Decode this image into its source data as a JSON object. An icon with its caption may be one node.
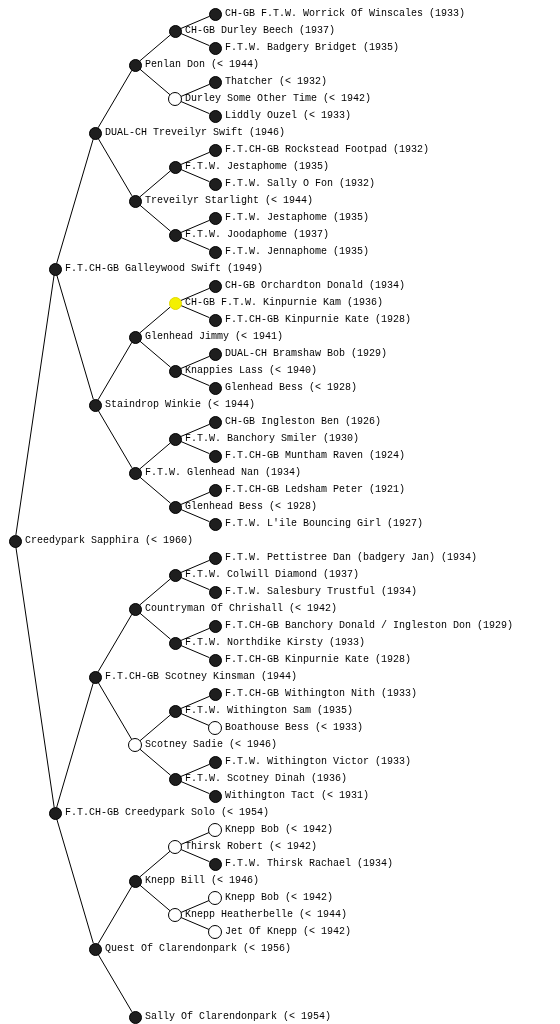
{
  "diagram": {
    "nodes": [
      {
        "text": [],
        "shape": "circle",
        "beside": [
          "CH-GB F.T.W. Worrick Of Winscales (1933)"
        ]
      },
      {
        "text": [],
        "shape": "circle",
        "beside": [
          "CH-GB Durley Beech (1937)"
        ]
      },
      {
        "text": [],
        "shape": "circle",
        "beside": [
          "F.T.W. Badgery Bridget (1935)"
        ]
      },
      {
        "text": [],
        "shape": "circle",
        "beside": [
          "Penlan Don (< 1944)"
        ]
      },
      {
        "text": [],
        "shape": "circle",
        "beside": [
          "Thatcher (< 1932)"
        ]
      },
      {
        "text": [],
        "shape": "circle",
        "beside": [
          "Durley Some Other Time (< 1942)"
        ]
      },
      {
        "text": [],
        "shape": "circle",
        "beside": [
          "Liddly Ouzel (< 1933)"
        ]
      },
      {
        "text": [],
        "shape": "circle",
        "beside": [
          "DUAL-CH Treveilyr Swift (1946)"
        ]
      },
      {
        "text": [],
        "shape": "circle",
        "beside": [
          "F.T.CH-GB Rockstead Footpad (1932)"
        ]
      },
      {
        "text": [],
        "shape": "circle",
        "beside": [
          "F.T.W. Jestaphome (1935)"
        ]
      },
      {
        "text": [],
        "shape": "circle",
        "beside": [
          "F.T.W. Sally O Fon (1932)"
        ]
      },
      {
        "text": [],
        "shape": "circle",
        "beside": [
          "Treveilyr Starlight (< 1944)"
        ]
      },
      {
        "text": [],
        "shape": "circle",
        "beside": [
          "F.T.W. Jestaphome (1935)"
        ]
      },
      {
        "text": [],
        "shape": "circle",
        "beside": [
          "F.T.W. Joodaphome (1937)"
        ]
      },
      {
        "text": [],
        "shape": "circle",
        "beside": [
          "F.T.W. Jennaphome (1935)"
        ]
      },
      {
        "text": [],
        "shape": "circle",
        "beside": [
          "F.T.CH-GB Galleywood Swift (1949)"
        ]
      },
      {
        "text": [],
        "shape": "circle",
        "beside": [
          "CH-GB Orchardton Donald (1934)"
        ]
      },
      {
        "text": [],
        "shape": "circle",
        "beside": [
          "CH-GB F.T.W. Kinpurnie Kam (1936)"
        ]
      },
      {
        "text": [],
        "shape": "circle",
        "beside": [
          "F.T.CH-GB Kinpurnie Kate (1928)"
        ]
      },
      {
        "text": [],
        "shape": "circle",
        "beside": [
          "Glenhead Jimmy (< 1941)"
        ]
      },
      {
        "text": [],
        "shape": "circle",
        "beside": [
          "DUAL-CH Bramshaw Bob (1929)"
        ]
      },
      {
        "text": [],
        "shape": "circle",
        "beside": [
          "Knappies Lass (< 1940)"
        ]
      },
      {
        "text": [],
        "shape": "circle",
        "beside": [
          "Glenhead Bess (< 1928)"
        ]
      },
      {
        "text": [],
        "shape": "circle",
        "beside": [
          "Staindrop Winkie (< 1944)"
        ]
      },
      {
        "text": [],
        "shape": "circle",
        "beside": [
          "CH-GB Ingleston Ben (1926)"
        ]
      },
      {
        "text": [],
        "shape": "circle",
        "beside": [
          "F.T.W. Banchory Smiler (1930)"
        ]
      },
      {
        "text": [],
        "shape": "circle",
        "beside": [
          "F.T.CH-GB Muntham Raven (1924)"
        ]
      },
      {
        "text": [],
        "shape": "circle",
        "beside": [
          "F.T.W. Glenhead Nan (1934)"
        ]
      },
      {
        "text": [],
        "shape": "circle",
        "beside": [
          "F.T.CH-GB Ledsham Peter (1921)"
        ]
      },
      {
        "text": [],
        "shape": "circle",
        "beside": [
          "Glenhead Bess (< 1928)"
        ]
      },
      {
        "text": [],
        "shape": "circle",
        "beside": [
          "F.T.W. L'ile Bouncing Girl (1927)"
        ]
      },
      {
        "text": [],
        "shape": "circle",
        "beside": [
          "Creedypark Sapphira (< 1960)"
        ]
      },
      {
        "text": [],
        "shape": "circle",
        "beside": [
          "F.T.W. Pettistree Dan (badgery Jan) (1934)"
        ]
      },
      {
        "text": [],
        "shape": "circle",
        "beside": [
          "F.T.W. Colwill Diamond (1937)"
        ]
      },
      {
        "text": [],
        "shape": "circle",
        "beside": [
          "F.T.W. Salesbury Trustful (1934)"
        ]
      },
      {
        "text": [],
        "shape": "circle",
        "beside": [
          "Countryman Of Chrishall (< 1942)"
        ]
      },
      {
        "text": [],
        "shape": "circle",
        "beside": [
          "F.T.CH-GB Banchory Donald / Ingleston Don (1929)"
        ]
      },
      {
        "text": [],
        "shape": "circle",
        "beside": [
          "F.T.W. Northdike Kirsty (1933)"
        ]
      },
      {
        "text": [],
        "shape": "circle",
        "beside": [
          "F.T.CH-GB Kinpurnie Kate (1928)"
        ]
      },
      {
        "text": [],
        "shape": "circle",
        "beside": [
          "F.T.CH-GB Scotney Kinsman (1944)"
        ]
      },
      {
        "text": [],
        "shape": "circle",
        "beside": [
          "F.T.CH-GB Withington Nith (1933)"
        ]
      },
      {
        "text": [],
        "shape": "circle",
        "beside": [
          "F.T.W. Withington Sam (1935)"
        ]
      },
      {
        "text": [],
        "shape": "circle",
        "beside": [
          "Boathouse Bess (< 1933)"
        ]
      },
      {
        "text": [],
        "shape": "circle",
        "beside": [
          "Scotney Sadie (< 1946)"
        ]
      },
      {
        "text": [],
        "shape": "circle",
        "beside": [
          "F.T.W. Withington Victor (1933)"
        ]
      },
      {
        "text": [],
        "shape": "circle",
        "beside": [
          "F.T.W. Scotney Dinah (1936)"
        ]
      },
      {
        "text": [],
        "shape": "circle",
        "beside": [
          "Withington Tact (< 1931)"
        ]
      },
      {
        "text": [],
        "shape": "circle",
        "beside": [
          "F.T.CH-GB Creedypark Solo (< 1954)"
        ]
      },
      {
        "text": [],
        "shape": "circle",
        "beside": [
          "Knepp Bob (< 1942)"
        ]
      },
      {
        "text": [],
        "shape": "circle",
        "beside": [
          "Thirsk Robert (< 1942)"
        ]
      },
      {
        "text": [],
        "shape": "circle",
        "beside": [
          "F.T.W. Thirsk Rachael (1934)"
        ]
      },
      {
        "text": [],
        "shape": "circle",
        "beside": [
          "Knepp Bill (< 1946)"
        ]
      },
      {
        "text": [],
        "shape": "circle",
        "beside": [
          "Knepp Bob (< 1942)"
        ]
      },
      {
        "text": [],
        "shape": "circle",
        "beside": [
          "Knepp Heatherbelle (< 1944)"
        ]
      },
      {
        "text": [],
        "shape": "circle",
        "beside": [
          "Jet Of Knepp (< 1942)"
        ]
      },
      {
        "text": [],
        "shape": "circle",
        "beside": [
          "Quest Of Clarendonpark (< 1956)"
        ]
      },
      {
        "text": [],
        "shape": "circle",
        "beside": [
          "Sally Of Clarendonpark (< 1954)"
        ]
      }
    ],
    "edges": [
      {
        "from": 31,
        "to": 15,
        "arrow": "none"
      },
      {
        "from": 31,
        "to": 47,
        "arrow": "none"
      },
      {
        "from": 15,
        "to": 7,
        "arrow": "none"
      },
      {
        "from": 15,
        "to": 23,
        "arrow": "none"
      },
      {
        "from": 7,
        "to": 3,
        "arrow": "none"
      },
      {
        "from": 7,
        "to": 11,
        "arrow": "none"
      },
      {
        "from": 3,
        "to": 1,
        "arrow": "none"
      },
      {
        "from": 3,
        "to": 5,
        "arrow": "none"
      },
      {
        "from": 1,
        "to": 0,
        "arrow": "none"
      },
      {
        "from": 1,
        "to": 2,
        "arrow": "none"
      },
      {
        "from": 5,
        "to": 4,
        "arrow": "none"
      },
      {
        "from": 5,
        "to": 6,
        "arrow": "none"
      },
      {
        "from": 11,
        "to": 9,
        "arrow": "none"
      },
      {
        "from": 11,
        "to": 13,
        "arrow": "none"
      },
      {
        "from": 9,
        "to": 8,
        "arrow": "none"
      },
      {
        "from": 9,
        "to": 10,
        "arrow": "none"
      },
      {
        "from": 13,
        "to": 12,
        "arrow": "none"
      },
      {
        "from": 13,
        "to": 14,
        "arrow": "none"
      },
      {
        "from": 23,
        "to": 19,
        "arrow": "none"
      },
      {
        "from": 23,
        "to": 27,
        "arrow": "none"
      },
      {
        "from": 19,
        "to": 17,
        "arrow": "none"
      },
      {
        "from": 19,
        "to": 21,
        "arrow": "none"
      },
      {
        "from": 17,
        "to": 16,
        "arrow": "none"
      },
      {
        "from": 17,
        "to": 18,
        "arrow": "none"
      },
      {
        "from": 21,
        "to": 20,
        "arrow": "none"
      },
      {
        "from": 21,
        "to": 22,
        "arrow": "none"
      },
      {
        "from": 27,
        "to": 25,
        "arrow": "none"
      },
      {
        "from": 27,
        "to": 29,
        "arrow": "none"
      },
      {
        "from": 25,
        "to": 24,
        "arrow": "none"
      },
      {
        "from": 25,
        "to": 26,
        "arrow": "none"
      },
      {
        "from": 29,
        "to": 28,
        "arrow": "none"
      },
      {
        "from": 29,
        "to": 30,
        "arrow": "none"
      },
      {
        "from": 47,
        "to": 39,
        "arrow": "none"
      },
      {
        "from": 47,
        "to": 55,
        "arrow": "none"
      },
      {
        "from": 39,
        "to": 35,
        "arrow": "none"
      },
      {
        "from": 39,
        "to": 43,
        "arrow": "none"
      },
      {
        "from": 35,
        "to": 33,
        "arrow": "none"
      },
      {
        "from": 35,
        "to": 37,
        "arrow": "none"
      },
      {
        "from": 33,
        "to": 32,
        "arrow": "none"
      },
      {
        "from": 33,
        "to": 34,
        "arrow": "none"
      },
      {
        "from": 37,
        "to": 36,
        "arrow": "none"
      },
      {
        "from": 37,
        "to": 38,
        "arrow": "none"
      },
      {
        "from": 43,
        "to": 41,
        "arrow": "none"
      },
      {
        "from": 43,
        "to": 45,
        "arrow": "none"
      },
      {
        "from": 41,
        "to": 40,
        "arrow": "none"
      },
      {
        "from": 41,
        "to": 42,
        "arrow": "none"
      },
      {
        "from": 45,
        "to": 44,
        "arrow": "none"
      },
      {
        "from": 45,
        "to": 46,
        "arrow": "none"
      },
      {
        "from": 55,
        "to": 51,
        "arrow": "none"
      },
      {
        "from": 55,
        "to": 56,
        "arrow": "none"
      },
      {
        "from": 51,
        "to": 49,
        "arrow": "none"
      },
      {
        "from": 51,
        "to": 53,
        "arrow": "none"
      },
      {
        "from": 49,
        "to": 48,
        "arrow": "none"
      },
      {
        "from": 49,
        "to": 50,
        "arrow": "none"
      },
      {
        "from": 53,
        "to": 52,
        "arrow": "none"
      },
      {
        "from": 53,
        "to": 54,
        "arrow": "none"
      }
    ]
  }
}
